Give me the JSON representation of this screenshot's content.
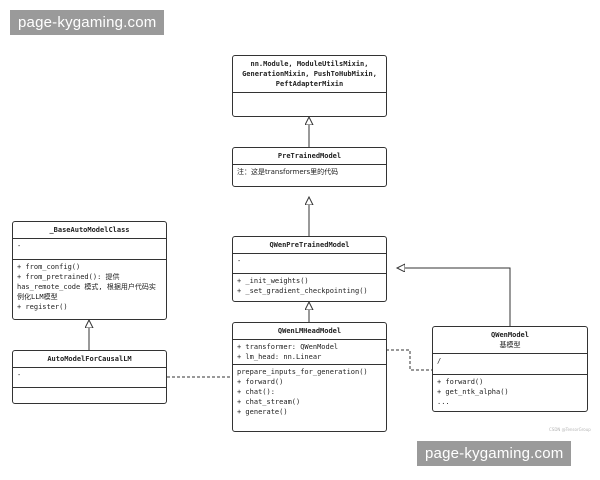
{
  "watermarks": {
    "top": "page-kygaming.com",
    "bottom": "page-kygaming.com"
  },
  "corner_credit": "CSDN @TensorGroup",
  "classes": {
    "mixins": {
      "header": [
        "nn.Module, ModuleUtilsMixin,",
        "GenerationMixin, PushToHubMixin,",
        "PeftAdapterMixin"
      ]
    },
    "pretrained": {
      "header": "PreTrainedModel",
      "note": "注：这是transformers里的代码"
    },
    "qwen_pretrained": {
      "header": "QWenPreTrainedModel",
      "attrs": [
        "-"
      ],
      "methods": [
        "+ _init_weights()",
        "+ _set_gradient_checkpointing()"
      ]
    },
    "base_auto": {
      "header": "_BaseAutoModelClass",
      "attrs": [
        "-"
      ],
      "methods": [
        "+ from_config()",
        "+ from_pretrained(): 提供has_remote_code 模式, 根据用户代码实例化LLM模型",
        "+ register()"
      ]
    },
    "auto_causal": {
      "header": "AutoModelForCausalLM",
      "attrs": [
        "-"
      ],
      "methods": [
        ""
      ]
    },
    "qwen_lmhead": {
      "header": "QWenLMHeadModel",
      "attrs": [
        "+ transformer: QWenModel",
        "+ lm_head: nn.Linear"
      ],
      "methods": [
        "prepare_inputs_for_generation()",
        "+ forward()",
        "+ chat():",
        "+ chat_stream()",
        "+ generate()"
      ]
    },
    "qwen_model": {
      "header": "QWenModel",
      "subheader": "基模型",
      "attrs": [
        "/"
      ],
      "methods": [
        "+ forward()",
        "+ get_ntk_alpha()",
        "..."
      ]
    }
  }
}
